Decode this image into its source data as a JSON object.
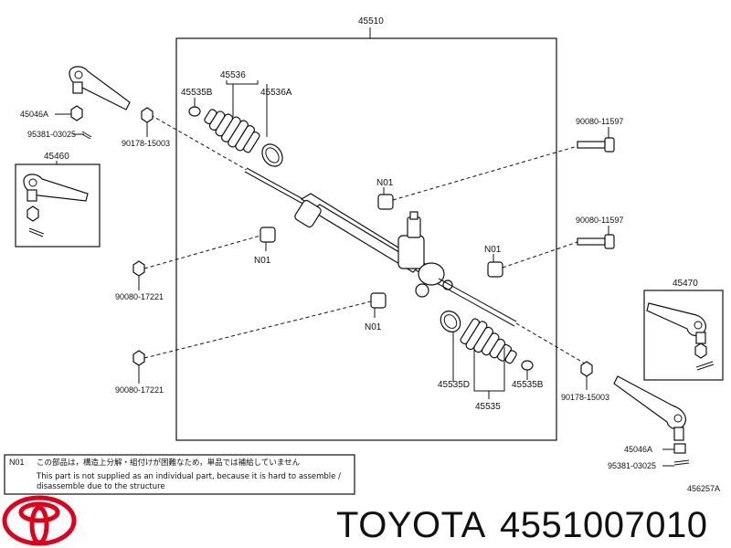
{
  "labels": {
    "rack_assembly": "45510",
    "boot_kit": "45536",
    "clamp_b_upper": "45535B",
    "clamp_a_upper": "45536A",
    "nut_left": "45046A",
    "cotter_pin_left": "95381-03025",
    "tie_rod_end_left_box": "45460",
    "bolt_left": "90178-15003",
    "bolt_upper_right": "90080-11597",
    "bolt_mid_right": "90080-11597",
    "n01_top": "N01",
    "n01_left": "N01",
    "n01_right": "N01",
    "n01_bottom": "N01",
    "bolt_left_mid": "90080-17221",
    "bolt_left_low": "90080-17221",
    "tie_rod_end_right_box": "45470",
    "clamp_d_lower": "45535D",
    "boot_lower": "45535",
    "clamp_b_lower": "45535B",
    "bolt_right_low": "90178-15003",
    "nut_right": "45046A",
    "cotter_pin_right": "95381-03025",
    "diagram_code": "456257A"
  },
  "note": {
    "code": "N01",
    "jp": "この部品は，構造上分解・組付けが困難なため，単品では補給していません",
    "en_line1": "This part is not supplied as an individual part, because it is hard to assemble /",
    "en_line2": "disassemble  due to the structure"
  },
  "footer": {
    "brand": "TOYOTA",
    "part_number": "4551007010"
  },
  "colors": {
    "logo_red": "#e0001b",
    "ink": "#111111"
  }
}
